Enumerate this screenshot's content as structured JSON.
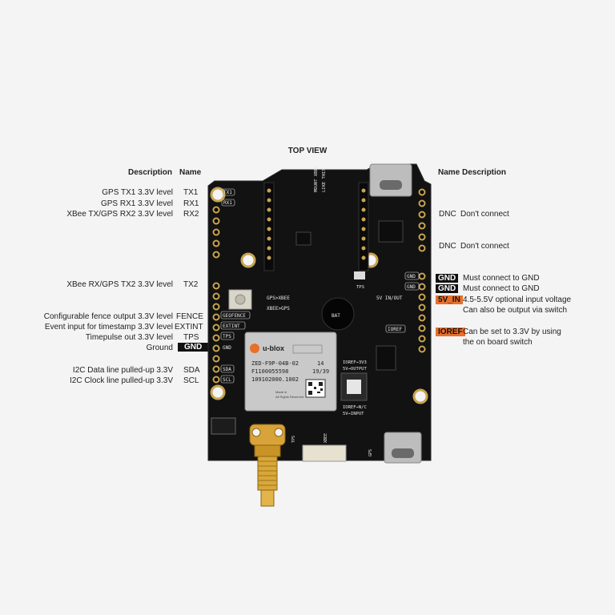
{
  "title": "TOP VIEW",
  "headers": {
    "left_description": "Description",
    "left_name": "Name",
    "right_name": "Name",
    "right_description": "Description"
  },
  "left_pins": [
    {
      "description": "GPS TX1 3.3V level",
      "name": "TX1"
    },
    {
      "description": "GPS RX1 3.3V level",
      "name": "RX1"
    },
    {
      "description": "XBee TX/GPS RX2 3.3V level",
      "name": "RX2"
    },
    {
      "description": "XBee RX/GPS TX2 3.3V level",
      "name": "TX2"
    },
    {
      "description": "Configurable fence output 3.3V level",
      "name": "FENCE"
    },
    {
      "description": "Event input for timestamp 3.3V level",
      "name": "EXTINT"
    },
    {
      "description": "Timepulse out 3.3V level",
      "name": "TPS"
    },
    {
      "description": "Ground",
      "name": "GND"
    },
    {
      "description": "I2C Data line pulled-up 3.3V",
      "name": "SDA"
    },
    {
      "description": "I2C Clock line pulled-up 3.3V",
      "name": "SCL"
    }
  ],
  "right_pins": [
    {
      "name": "DNC",
      "description": "Don't connect"
    },
    {
      "name": "DNC",
      "description": "Don't connect"
    },
    {
      "name": "GND",
      "description": "Must connect to GND"
    },
    {
      "name": "GND",
      "description": "Must connect to GND"
    },
    {
      "name": "5V_IN",
      "description": "4.5-5.5V optional input voltage",
      "description2": "Can also be output via switch"
    },
    {
      "name": "IOREF",
      "description": "Can be set to 3.3V by using",
      "description2": "the on board switch"
    }
  ],
  "board": {
    "silk_left": [
      "TX1",
      "RX1",
      "GPS>XBEE",
      "XBEE>GPS",
      "GEOFENCE",
      "EXTINT",
      "TPS",
      "GND",
      "SDA",
      "SCL"
    ],
    "silk_right": [
      "GND",
      "GND",
      "5V IN/OUT",
      "IOREF"
    ],
    "module_brand": "u-blox",
    "module_lines": [
      "ZED-F9P-04B-02",
      "F1100055598",
      "109102000.1002"
    ],
    "module_right": [
      "14",
      "19/39"
    ],
    "module_footer": [
      "Made in",
      "All Rights Reserved"
    ],
    "misc_silk": [
      "MOUNT XBEE",
      "LIKE THIS",
      "BAT",
      "TPS",
      "IOREF→3V3",
      "5V→OUTPUT",
      "IOREF→N/C",
      "5V→INPUT",
      "GPS",
      "XBEE",
      "TPS"
    ]
  }
}
